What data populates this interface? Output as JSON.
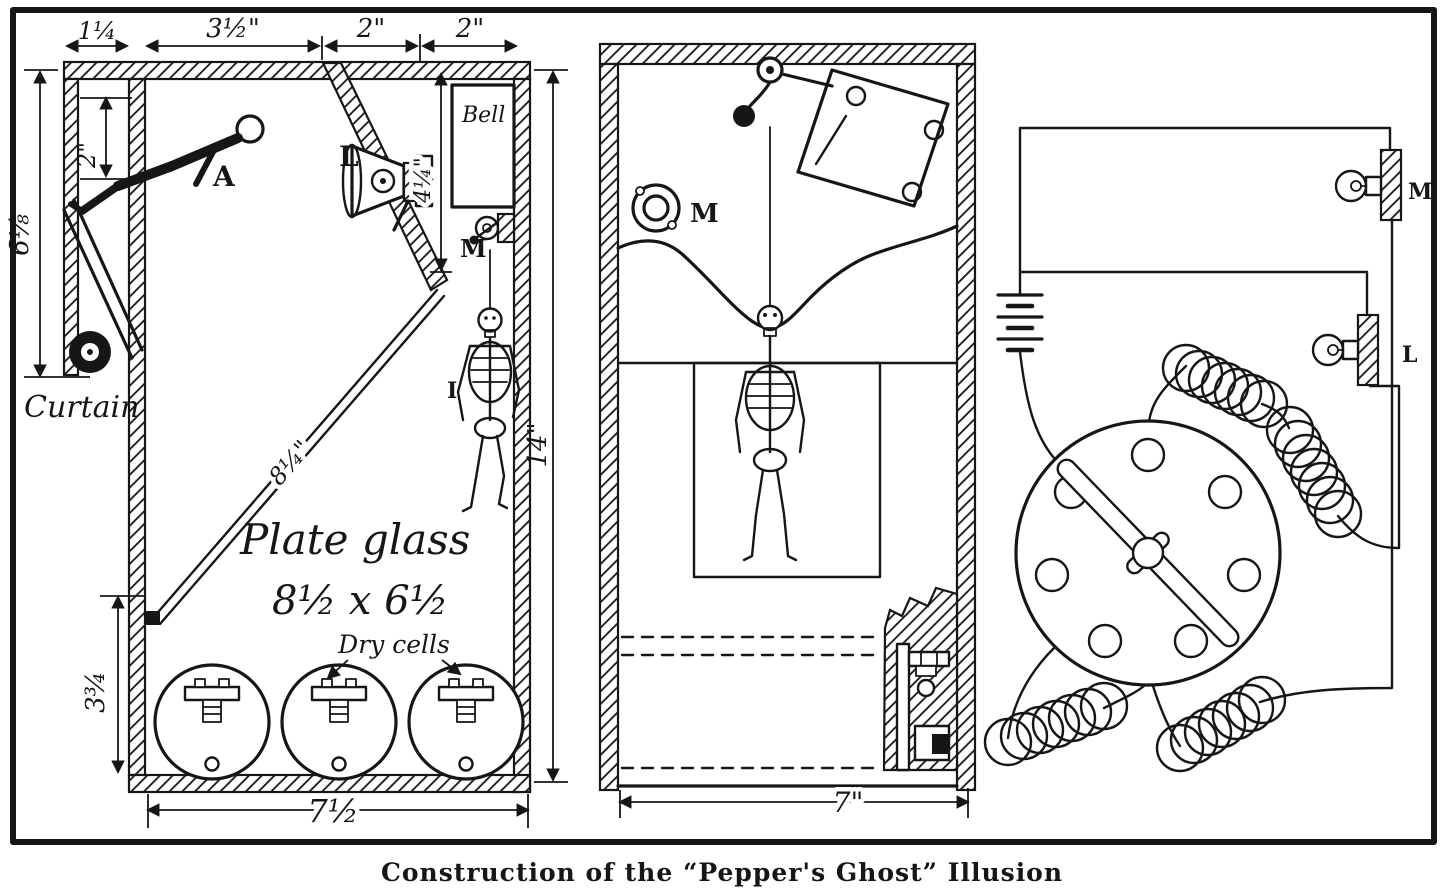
{
  "colors": {
    "ink": "#161616",
    "paper": "#ffffff"
  },
  "caption": "Construction of the “Pepper's Ghost” Illusion",
  "left_panel": {
    "dimensions": {
      "top_gap": "1¼",
      "top_stage": "3½\"",
      "top_mid": "2\"",
      "top_right": "2\"",
      "upper_left": "2\"",
      "left_height": "6⅛",
      "bell_drop": "4¼\"",
      "right_height": "14\"",
      "glass_diagonal": "8¼\"",
      "cell_height": "3¾",
      "bottom_width": "7½"
    },
    "labels": {
      "performer": "A",
      "lamp": "L",
      "magnet": "M",
      "bell": "Bell",
      "curtain": "Curtain",
      "plate_glass": "Plate glass",
      "plate_glass_size": "8½ x 6½",
      "dry_cells": "Dry cells",
      "skeleton_figure": "I"
    }
  },
  "middle_panel": {
    "labels": {
      "gong": "M"
    },
    "dimensions": {
      "width": "7\""
    }
  },
  "right_panel": {
    "labels": {
      "lamp_top": "M",
      "lamp_lower": "L"
    }
  }
}
